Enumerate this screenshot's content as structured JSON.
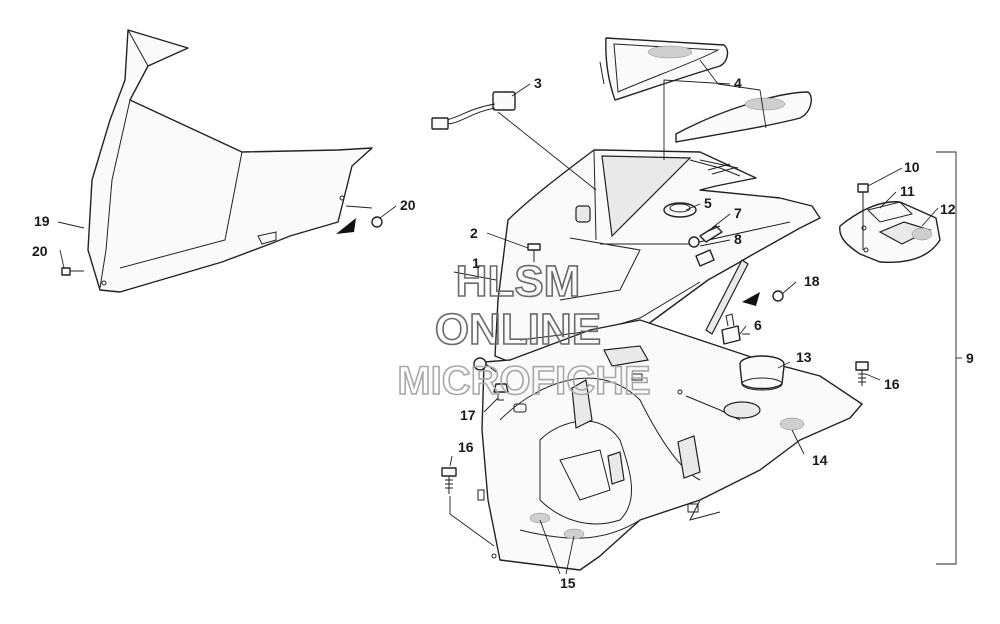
{
  "callouts": {
    "c1": "1",
    "c2": "2",
    "c3": "3",
    "c4": "4",
    "c5": "5",
    "c6": "6",
    "c7": "7",
    "c8": "8",
    "c9": "9",
    "c10": "10",
    "c11": "11",
    "c12": "12",
    "c13": "13",
    "c14": "14",
    "c15": "15",
    "c16a": "16",
    "c16b": "16",
    "c17": "17",
    "c18": "18",
    "c19": "19",
    "c20a": "20",
    "c20b": "20"
  },
  "watermark": {
    "line1": "HLSM",
    "line2": "ONLINE",
    "line3": "MICROFICHE"
  },
  "icons": {
    "direction_arrows": "filled-triangle-arrow-icon"
  }
}
